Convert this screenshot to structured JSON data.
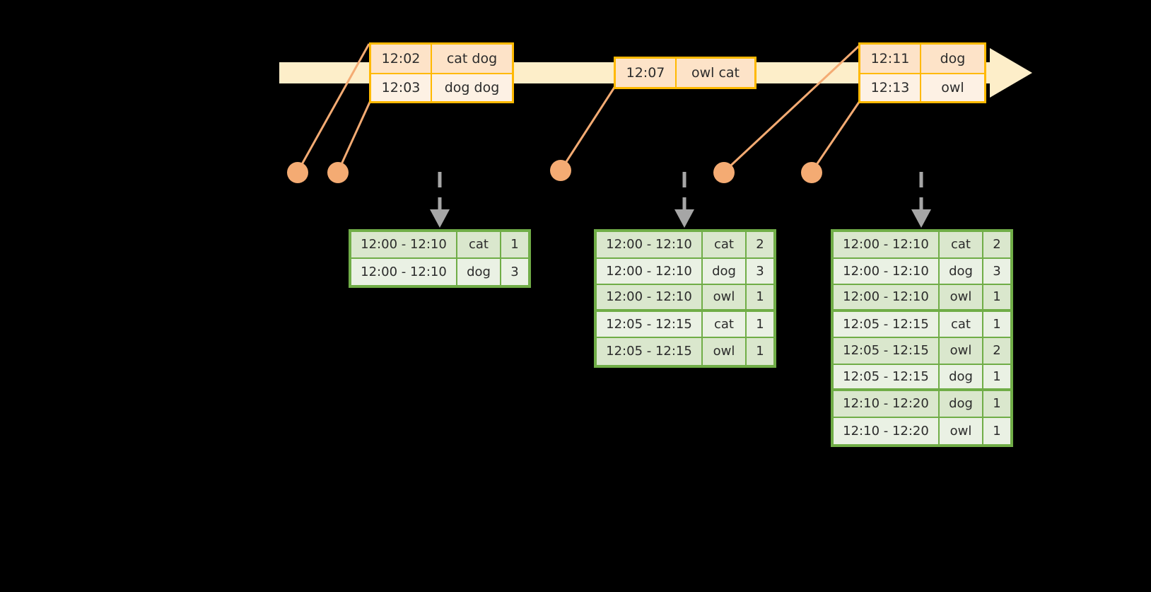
{
  "timeline": {
    "bar_color": "#fdeec9",
    "accent_color": "#ffb900",
    "dot_color": "#f4ab73",
    "events": [
      {
        "id": "event-group-1",
        "rows": [
          {
            "time": "12:02",
            "words": "cat dog"
          },
          {
            "time": "12:03",
            "words": "dog dog"
          }
        ]
      },
      {
        "id": "event-group-2",
        "rows": [
          {
            "time": "12:07",
            "words": "owl cat"
          }
        ]
      },
      {
        "id": "event-group-3",
        "rows": [
          {
            "time": "12:11",
            "words": "dog"
          },
          {
            "time": "12:13",
            "words": "owl"
          }
        ]
      }
    ]
  },
  "results": {
    "border_color": "#70ad47",
    "tables": [
      {
        "id": "result-table-1",
        "rows": [
          {
            "window": "12:00 - 12:10",
            "word": "cat",
            "count": "1",
            "group_end": false
          },
          {
            "window": "12:00 - 12:10",
            "word": "dog",
            "count": "3",
            "group_end": false
          }
        ]
      },
      {
        "id": "result-table-2",
        "rows": [
          {
            "window": "12:00 - 12:10",
            "word": "cat",
            "count": "2",
            "group_end": false
          },
          {
            "window": "12:00 - 12:10",
            "word": "dog",
            "count": "3",
            "group_end": false
          },
          {
            "window": "12:00 - 12:10",
            "word": "owl",
            "count": "1",
            "group_end": true
          },
          {
            "window": "12:05 - 12:15",
            "word": "cat",
            "count": "1",
            "group_end": false
          },
          {
            "window": "12:05 - 12:15",
            "word": "owl",
            "count": "1",
            "group_end": false
          }
        ]
      },
      {
        "id": "result-table-3",
        "rows": [
          {
            "window": "12:00 - 12:10",
            "word": "cat",
            "count": "2",
            "group_end": false
          },
          {
            "window": "12:00 - 12:10",
            "word": "dog",
            "count": "3",
            "group_end": false
          },
          {
            "window": "12:00 - 12:10",
            "word": "owl",
            "count": "1",
            "group_end": true
          },
          {
            "window": "12:05 - 12:15",
            "word": "cat",
            "count": "1",
            "group_end": false
          },
          {
            "window": "12:05 - 12:15",
            "word": "owl",
            "count": "2",
            "group_end": false
          },
          {
            "window": "12:05 - 12:15",
            "word": "dog",
            "count": "1",
            "group_end": true
          },
          {
            "window": "12:10 - 12:20",
            "word": "dog",
            "count": "1",
            "group_end": false
          },
          {
            "window": "12:10 - 12:20",
            "word": "owl",
            "count": "1",
            "group_end": false
          }
        ]
      }
    ]
  }
}
